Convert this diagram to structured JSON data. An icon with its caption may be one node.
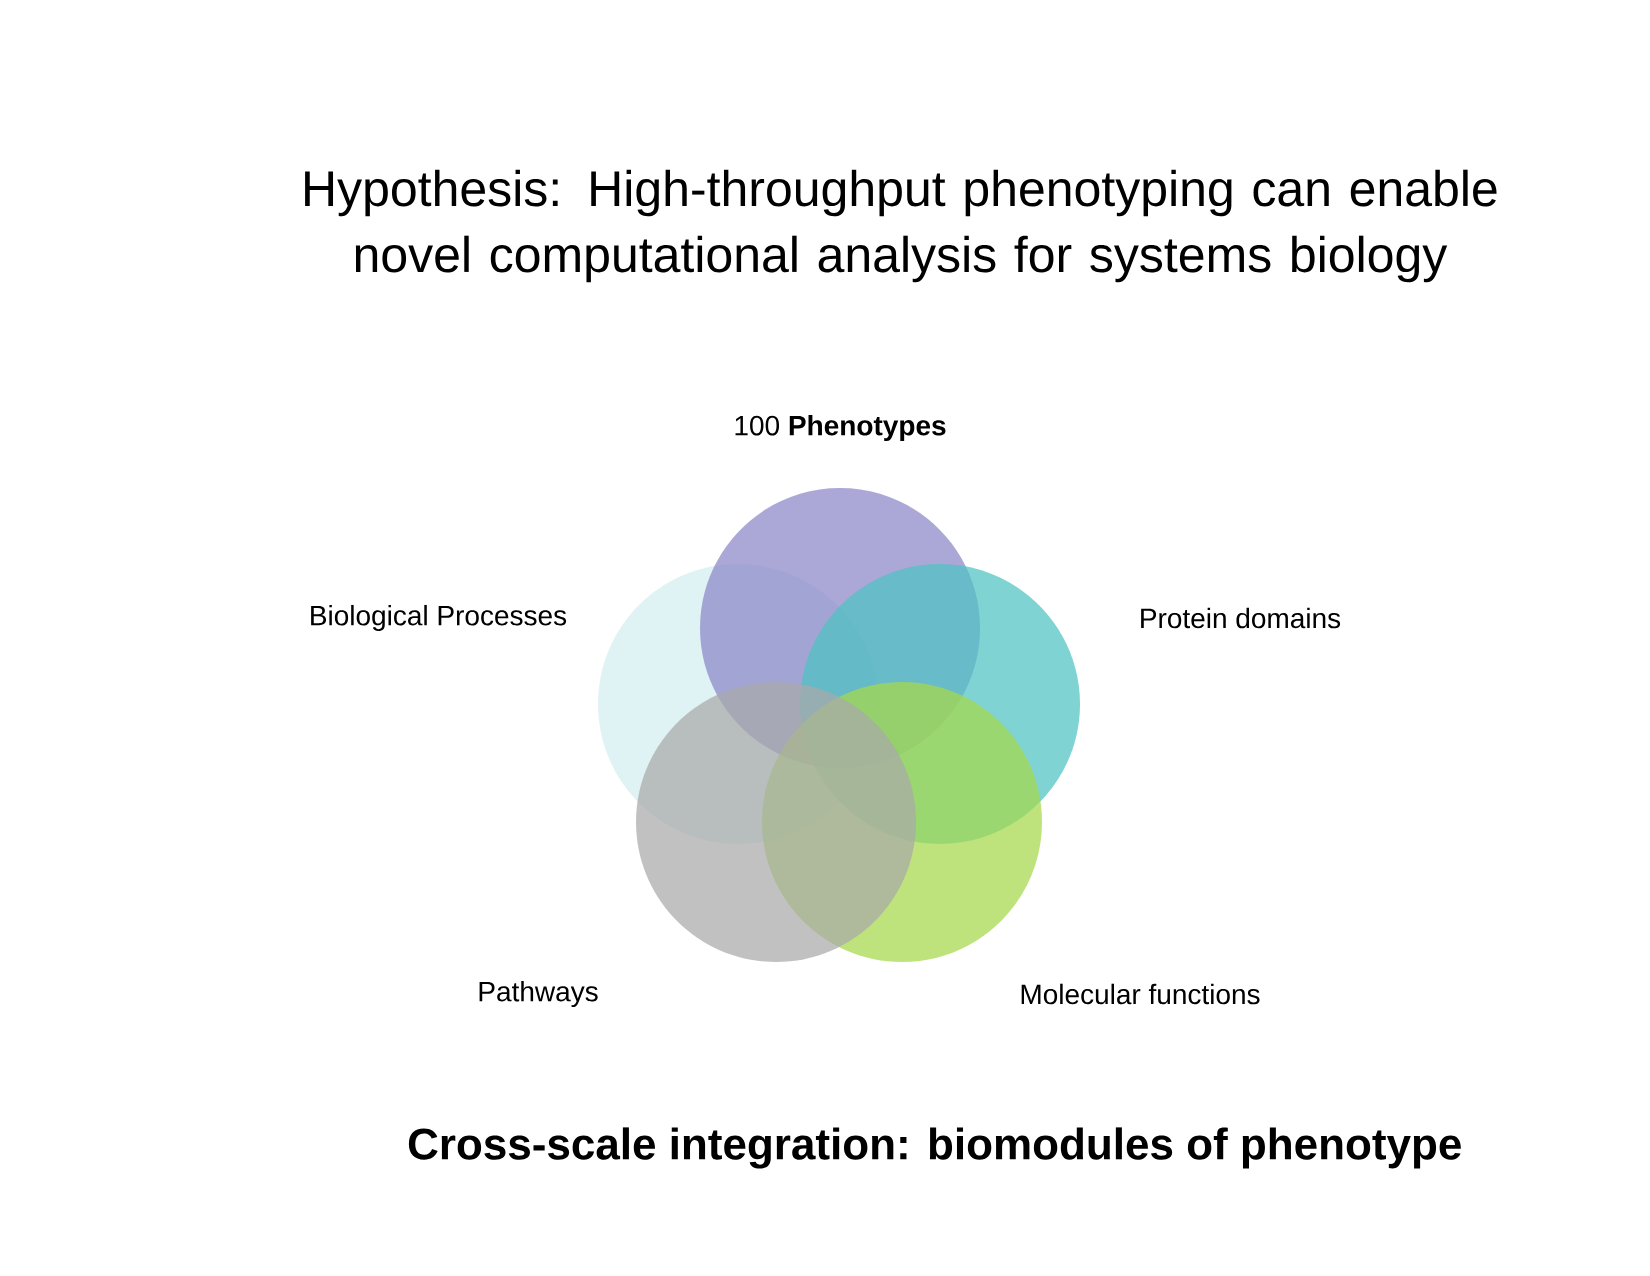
{
  "diagram": {
    "title": "Hypothesis: High-throughput phenotyping can enable novel computational analysis for systems biology",
    "caption": "Cross-scale integration: biomodules of phenotype",
    "nodes": [
      {
        "text": [
          "100 **Phenotypes**"
        ]
      },
      {
        "text": [
          "Biological Processes"
        ]
      },
      {
        "text": [
          "Protein domains"
        ]
      },
      {
        "text": [
          "Pathways"
        ]
      },
      {
        "text": [
          "Molecular functions"
        ]
      }
    ]
  }
}
